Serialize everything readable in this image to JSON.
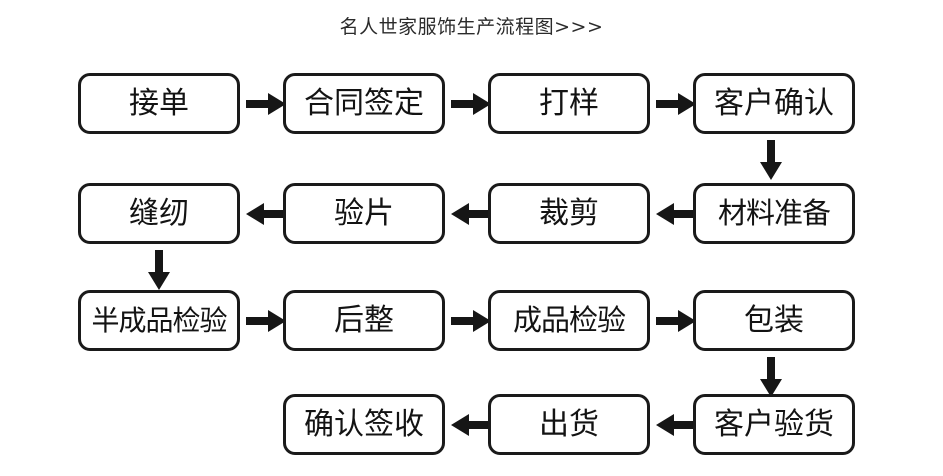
{
  "title": "名人世家服饰生产流程图>>>",
  "colors": {
    "background": "#ffffff",
    "node_border": "#1a1a1a",
    "node_fill": "#ffffff",
    "text": "#131313",
    "arrow": "#161616",
    "title_text": "#2b2b2b"
  },
  "diagram": {
    "type": "flowchart",
    "direction": "boustrophedon",
    "rows": [
      {
        "direction": "left-to-right",
        "nodes": [
          "接单",
          "合同签定",
          "打样",
          "客户确认"
        ]
      },
      {
        "direction": "right-to-left",
        "nodes": [
          "材料准备",
          "裁剪",
          "验片",
          "缝纫"
        ]
      },
      {
        "direction": "left-to-right",
        "nodes": [
          "半成品检验",
          "后整",
          "成品检验",
          "包装"
        ]
      },
      {
        "direction": "right-to-left",
        "nodes": [
          "客户验货",
          "出货",
          "确认签收"
        ]
      }
    ],
    "nodes": {
      "n1": "接单",
      "n2": "合同签定",
      "n3": "打样",
      "n4": "客户确认",
      "n5": "材料准备",
      "n6": "裁剪",
      "n7": "验片",
      "n8": "缝纫",
      "n9": "半成品检验",
      "n10": "后整",
      "n11": "成品检验",
      "n12": "包装",
      "n13": "客户验货",
      "n14": "出货",
      "n15": "确认签收"
    },
    "edges": [
      {
        "from": "接单",
        "to": "合同签定",
        "icon": "arrow-right-icon"
      },
      {
        "from": "合同签定",
        "to": "打样",
        "icon": "arrow-right-icon"
      },
      {
        "from": "打样",
        "to": "客户确认",
        "icon": "arrow-right-icon"
      },
      {
        "from": "客户确认",
        "to": "材料准备",
        "icon": "arrow-down-icon"
      },
      {
        "from": "材料准备",
        "to": "裁剪",
        "icon": "arrow-left-icon"
      },
      {
        "from": "裁剪",
        "to": "验片",
        "icon": "arrow-left-icon"
      },
      {
        "from": "验片",
        "to": "缝纫",
        "icon": "arrow-left-icon"
      },
      {
        "from": "缝纫",
        "to": "半成品检验",
        "icon": "arrow-down-icon"
      },
      {
        "from": "半成品检验",
        "to": "后整",
        "icon": "arrow-right-icon"
      },
      {
        "from": "后整",
        "to": "成品检验",
        "icon": "arrow-right-icon"
      },
      {
        "from": "成品检验",
        "to": "包装",
        "icon": "arrow-right-icon"
      },
      {
        "from": "包装",
        "to": "客户验货",
        "icon": "arrow-down-icon"
      },
      {
        "from": "客户验货",
        "to": "出货",
        "icon": "arrow-left-icon"
      },
      {
        "from": "出货",
        "to": "确认签收",
        "icon": "arrow-left-icon"
      }
    ]
  }
}
